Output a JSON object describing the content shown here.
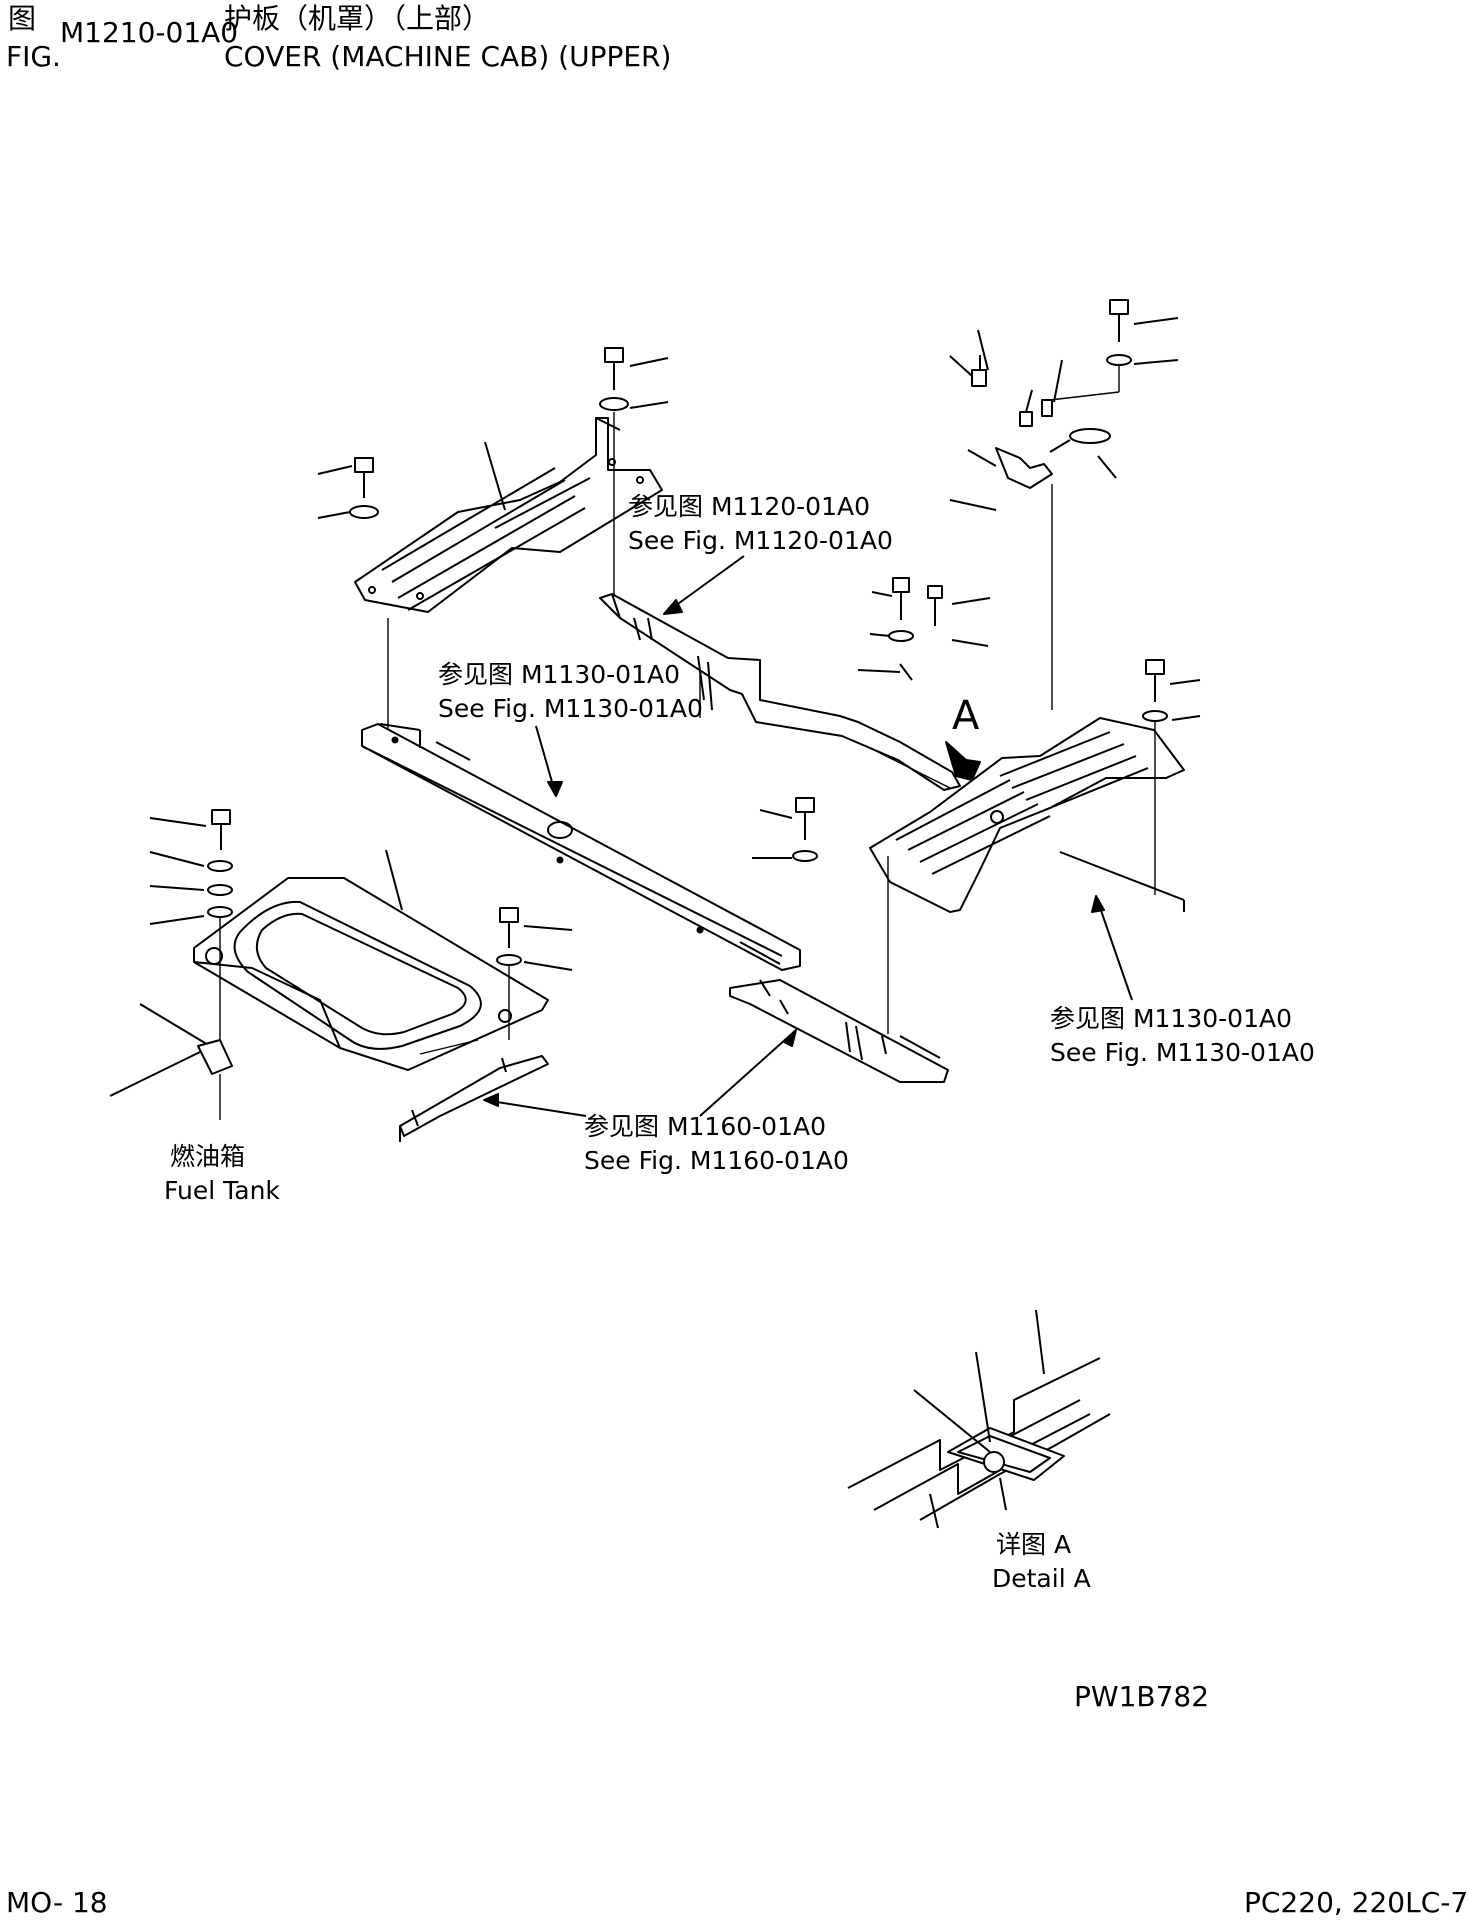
{
  "header": {
    "fig_cn": "图",
    "fig_en": "FIG.",
    "fig_number": "M1210-01A0",
    "title_cn": "护板（机罩）（上部）",
    "title_en": "COVER (MACHINE CAB) (UPPER)"
  },
  "references": {
    "m1120": {
      "cn": "参见图 M1120-01A0",
      "en": "See Fig. M1120-01A0"
    },
    "m1130_center": {
      "cn": "参见图 M1130-01A0",
      "en": "See Fig. M1130-01A0"
    },
    "m1130_right": {
      "cn": "参见图 M1130-01A0",
      "en": "See Fig. M1130-01A0"
    },
    "m1160": {
      "cn": "参见图 M1160-01A0",
      "en": "See Fig. M1160-01A0"
    }
  },
  "labels": {
    "fuel_tank_cn": "燃油箱",
    "fuel_tank_en": "Fuel Tank",
    "view_a": "A",
    "detail_a_cn": "详图 A",
    "detail_a_en": "Detail A"
  },
  "footer": {
    "drawing_number": "PW1B782",
    "page": "MO- 18",
    "model": "PC220, 220LC-7"
  }
}
